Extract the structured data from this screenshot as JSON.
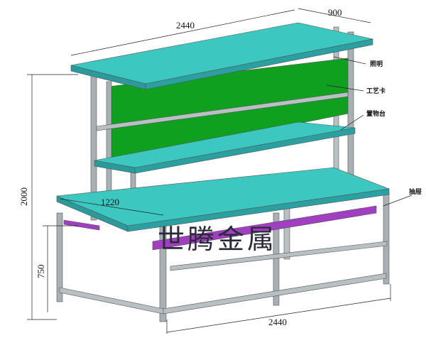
{
  "dimensions": {
    "top_length": "2440",
    "top_depth": "900",
    "total_height": "2000",
    "table_depth": "1220",
    "table_height": "750",
    "bottom_length": "2440"
  },
  "labels": {
    "lighting": "照明",
    "process_card": "工艺卡",
    "storage_shelf": "置物台",
    "drawer": "抽屉"
  },
  "watermark": "世腾金属",
  "colors": {
    "surface": "#3cc8c0",
    "panel": "#10a020",
    "frame": "#a8b0b4",
    "drawer": "#a040c0"
  }
}
